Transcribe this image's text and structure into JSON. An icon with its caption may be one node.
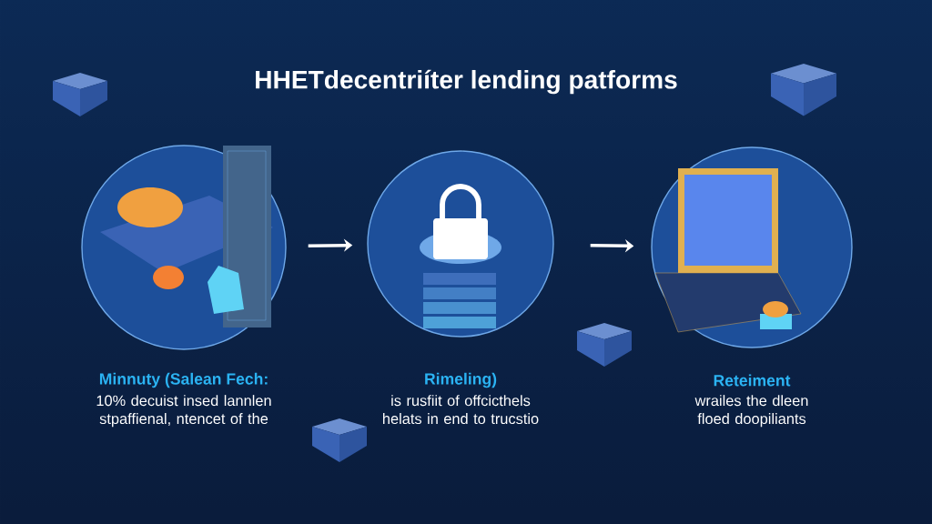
{
  "diagram": {
    "title": "HHETdecentriíter lending patforms",
    "nodes": [
      {
        "text": [
          "Minnuty (Salean Fech:",
          "10% decuist insed lannlen stpaffienal, ntencet of the"
        ]
      },
      {
        "text": [
          "Rimeling)",
          "is rusfiit of offcicthels helats in end to trucstio"
        ]
      },
      {
        "text": [
          "Reteiment",
          "wrailes the dleen floed doopiliants"
        ]
      }
    ],
    "edges": [
      {
        "from": 0,
        "to": 1,
        "arrow": "to"
      },
      {
        "from": 1,
        "to": 2,
        "arrow": "to"
      }
    ]
  }
}
